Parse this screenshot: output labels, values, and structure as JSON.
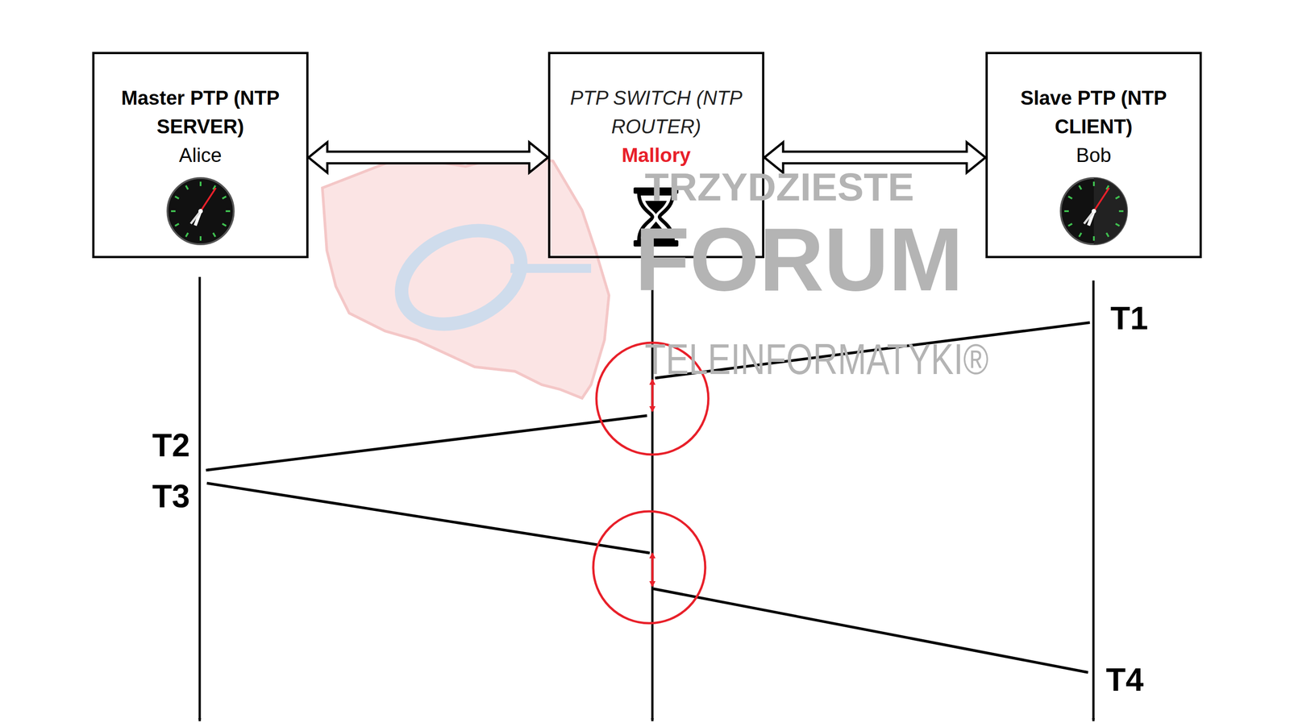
{
  "diagram": {
    "nodes": [
      {
        "text": [
          "Master PTP (NTP SERVER)",
          "Alice"
        ]
      },
      {
        "text": [
          "PTP SWITCH (NTP ROUTER)",
          "Mallory"
        ]
      },
      {
        "text": [
          "Slave PTP (NTP CLIENT)",
          "Bob"
        ]
      }
    ],
    "edges": [
      {
        "from": 0,
        "to": 1,
        "arrow": "both"
      },
      {
        "from": 1,
        "to": 2,
        "arrow": "both"
      }
    ],
    "labels": [
      "T1",
      "T2",
      "T3",
      "T4",
      "TRZYDZIESTE",
      "FORUM",
      "TELEINFORMATYKI®"
    ]
  }
}
